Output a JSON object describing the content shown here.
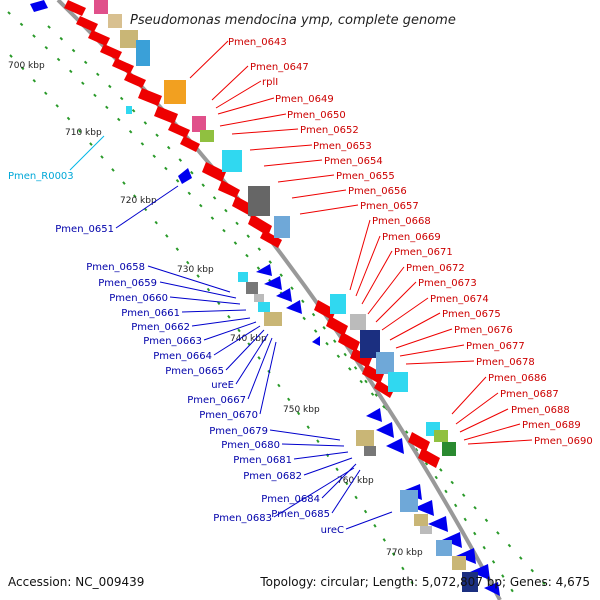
{
  "title": "Pseudomonas mendocina ymp, complete genome",
  "footer": {
    "accession": "Accession: NC_009439",
    "topology": "Topology: circular; Length: 5,072,807 bp; Genes: 4,675"
  },
  "colors": {
    "plus_strand": "#ee0000",
    "minus_strand": "#0000ee",
    "rna": "#00b7e8",
    "backbone": "#999999",
    "tick": "#2a9a2a"
  },
  "kbp_ticks": [
    "700 kbp",
    "710 kbp",
    "720 kbp",
    "730 kbp",
    "740 kbp",
    "750 kbp",
    "760 kbp",
    "770 kbp"
  ],
  "labels_plus": [
    "Pmen_0643",
    "Pmen_0647",
    "rplI",
    "Pmen_0649",
    "Pmen_0650",
    "Pmen_0652",
    "Pmen_0653",
    "Pmen_0654",
    "Pmen_0655",
    "Pmen_0656",
    "Pmen_0657",
    "Pmen_0668",
    "Pmen_0669",
    "Pmen_0671",
    "Pmen_0672",
    "Pmen_0673",
    "Pmen_0674",
    "Pmen_0675",
    "Pmen_0676",
    "Pmen_0677",
    "Pmen_0678",
    "Pmen_0686",
    "Pmen_0687",
    "Pmen_0688",
    "Pmen_0689",
    "Pmen_0690"
  ],
  "labels_minus": [
    "Pmen_0651",
    "Pmen_0658",
    "Pmen_0659",
    "Pmen_0660",
    "Pmen_0661",
    "Pmen_0662",
    "Pmen_0663",
    "Pmen_0664",
    "Pmen_0665",
    "ureE",
    "Pmen_0667",
    "Pmen_0670",
    "Pmen_0679",
    "Pmen_0680",
    "Pmen_0681",
    "Pmen_0682",
    "Pmen_0684",
    "Pmen_0685",
    "Pmen_0683",
    "ureC"
  ],
  "labels_rna": [
    "Pmen_R0003"
  ]
}
